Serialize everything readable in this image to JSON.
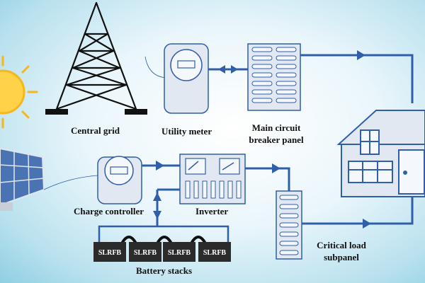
{
  "labels": {
    "central_grid": "Central grid",
    "utility_meter": "Utility meter",
    "main_panel_line1": "Main circuit",
    "main_panel_line2": "breaker panel",
    "charge_controller": "Charge controller",
    "inverter": "Inverter",
    "critical_line1": "Critical load",
    "critical_line2": "subpanel",
    "battery_stacks": "Battery stacks"
  },
  "batteries": [
    "SLRFB",
    "SLRFB",
    "SLRFB",
    "SLRFB"
  ],
  "colors": {
    "wire": "#2f5fa8",
    "equipment_fill": "#e2e8f2",
    "equipment_stroke": "#2f5fa8",
    "battery_body": "#2b2b2b",
    "sun": "#f6b61c"
  },
  "icons": [
    "sun-icon",
    "solar-panel-icon",
    "transmission-tower-icon",
    "meter-icon",
    "breaker-panel-icon",
    "inverter-icon",
    "battery-icon",
    "house-icon"
  ]
}
